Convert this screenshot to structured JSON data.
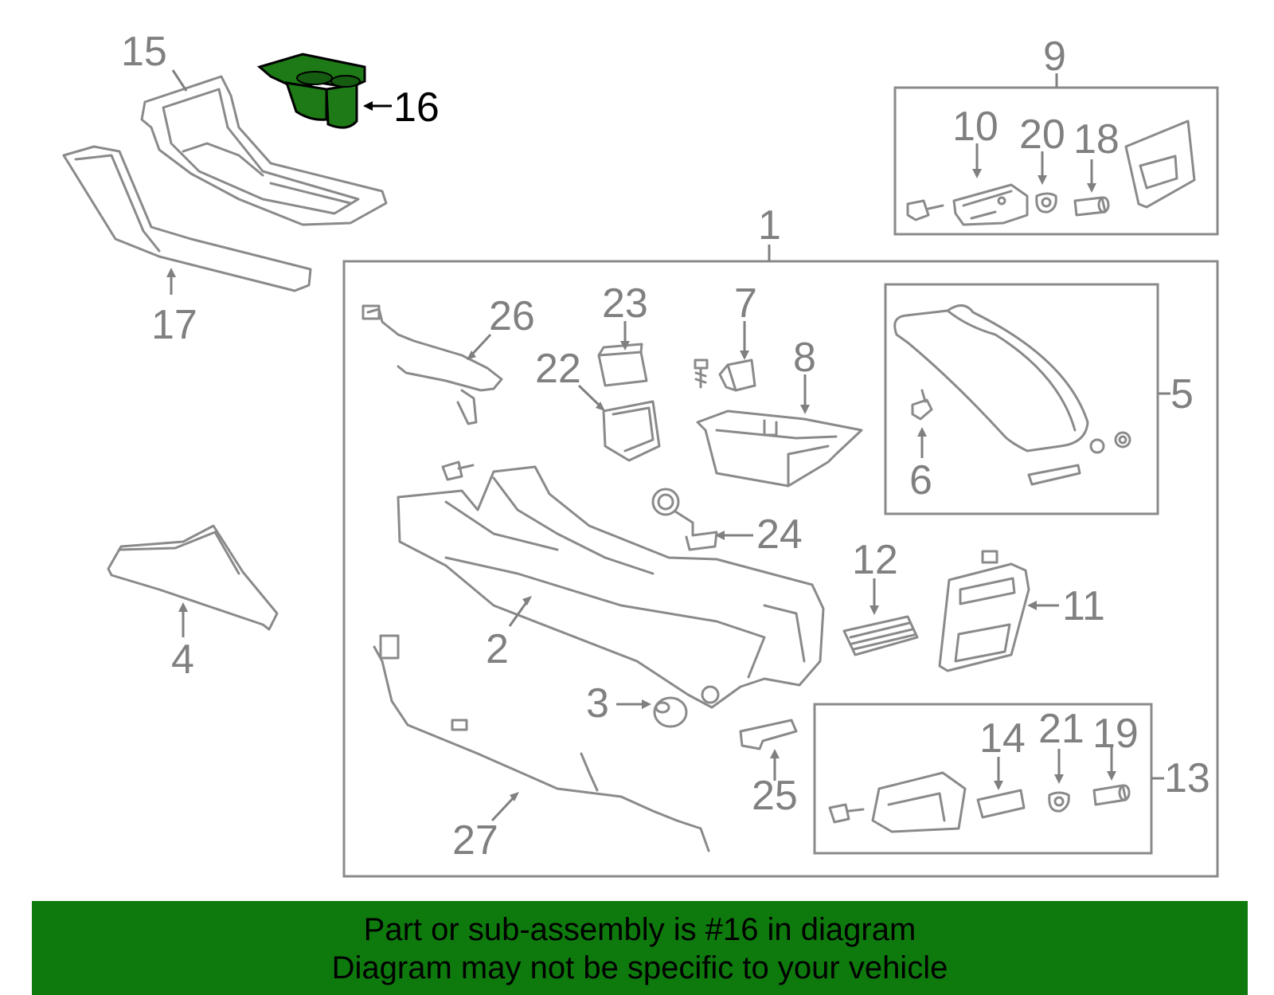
{
  "diagram": {
    "callouts": {
      "c1": "1",
      "c2": "2",
      "c3": "3",
      "c4": "4",
      "c5": "5",
      "c6": "6",
      "c7": "7",
      "c8": "8",
      "c9": "9",
      "c10": "10",
      "c11": "11",
      "c12": "12",
      "c13": "13",
      "c14": "14",
      "c15": "15",
      "c16": "16",
      "c17": "17",
      "c18": "18",
      "c19": "19",
      "c20": "20",
      "c21": "21",
      "c22": "22",
      "c23": "23",
      "c24": "24",
      "c25": "25",
      "c26": "26",
      "c27": "27"
    },
    "highlighted_part": "16",
    "colors": {
      "highlight": "#1d7a16",
      "banner": "#0e7a0d",
      "line": "#8a8a8a",
      "text": "#808080"
    }
  },
  "banner": {
    "line1": "Part or sub-assembly is #16 in diagram",
    "line2": "Diagram may not be specific to your vehicle"
  }
}
